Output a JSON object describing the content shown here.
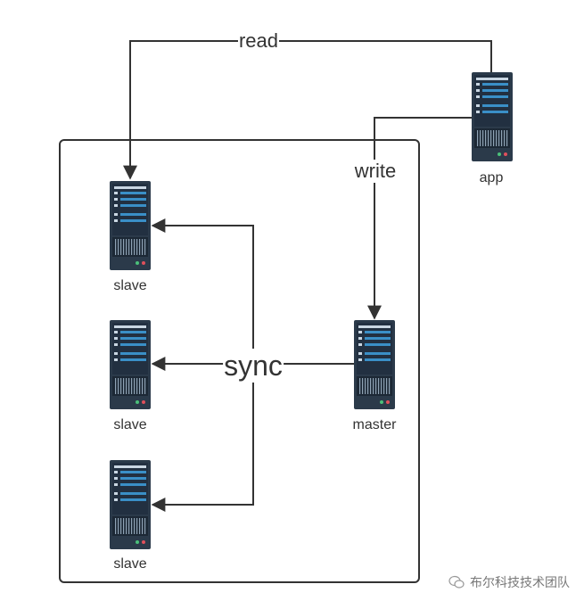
{
  "nodes": {
    "app": "app",
    "slave_top": "slave",
    "slave_mid": "slave",
    "slave_bottom": "slave",
    "master": "master"
  },
  "edges": {
    "read": "read",
    "write": "write",
    "sync": "sync"
  },
  "watermark": "布尔科技技术团队",
  "colors": {
    "server_body": "#2b3a4a",
    "server_accent": "#3a8fc7",
    "line": "#333333"
  }
}
